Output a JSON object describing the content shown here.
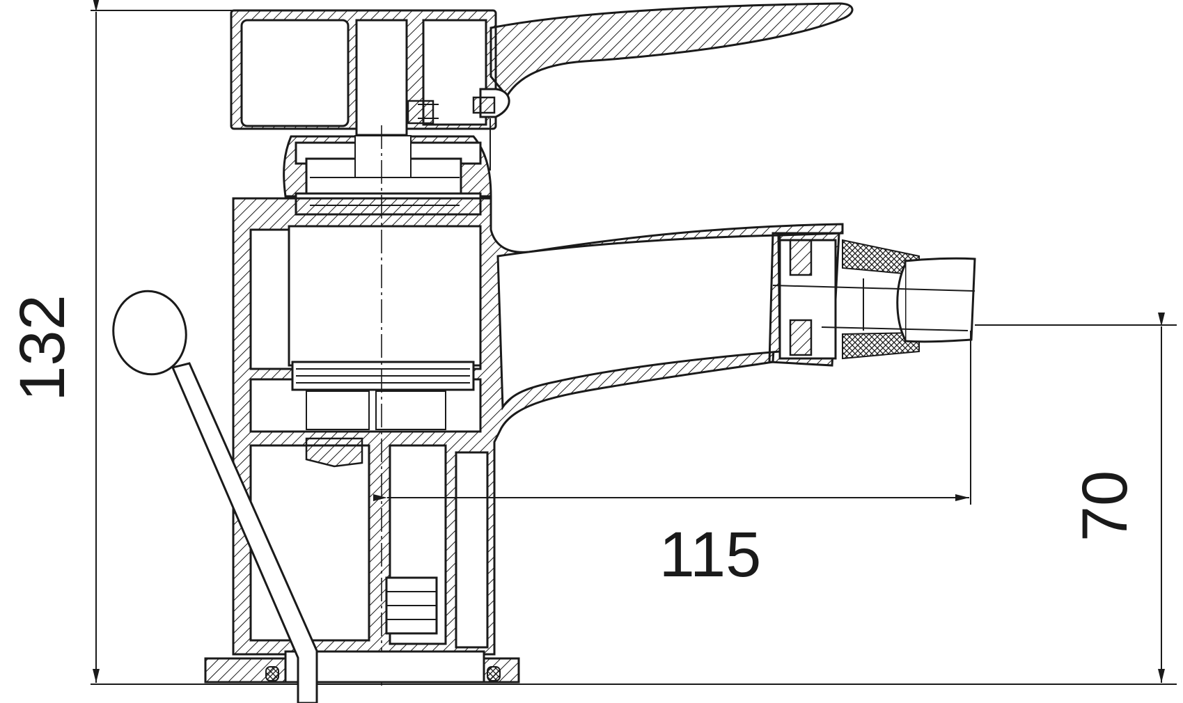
{
  "dimensions": {
    "overall_height": "132",
    "spout_reach": "115",
    "spout_height": "70"
  }
}
